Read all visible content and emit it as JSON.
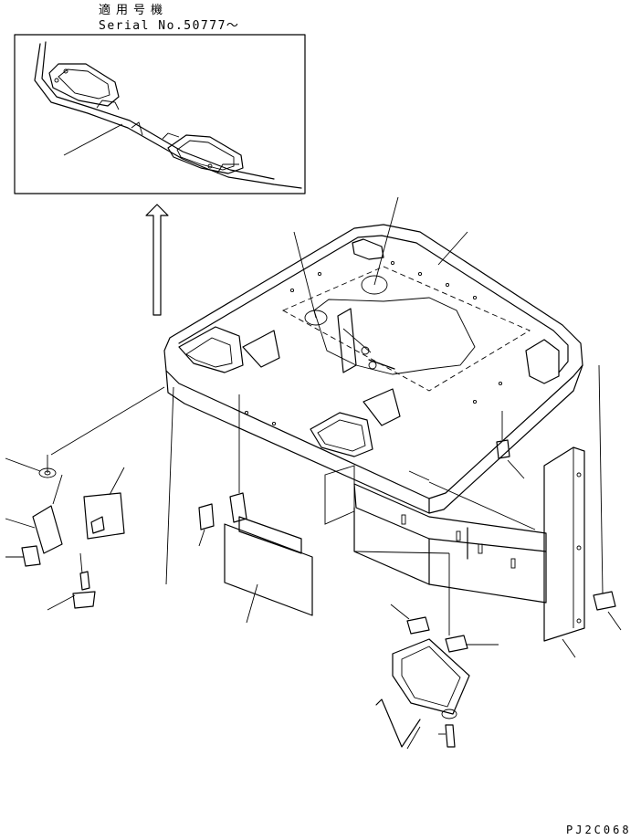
{
  "header": {
    "applicable_machine": "適用号機",
    "serial": "Serial No.50777～"
  },
  "footer": {
    "drawing_code": "PJ2C068"
  }
}
